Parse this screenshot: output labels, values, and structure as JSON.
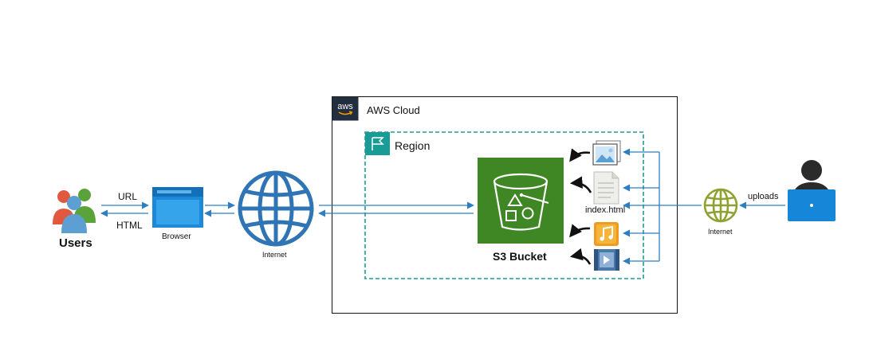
{
  "users": {
    "label": "Users"
  },
  "links": {
    "request_label": "URL",
    "response_label": "HTML",
    "upload_label": "uploads"
  },
  "browser": {
    "label": "Browser"
  },
  "internet_main": {
    "label": "Internet"
  },
  "internet_right": {
    "label": "Internet"
  },
  "aws_cloud": {
    "label": "AWS Cloud",
    "logo_text": "aws"
  },
  "region": {
    "label": "Region"
  },
  "s3": {
    "label": "S3 Bucket"
  },
  "files": {
    "index_label": "index.html"
  },
  "colors": {
    "arrow": "#2e7fc0",
    "globe": "#2f74b5",
    "s3_green": "#3f8624",
    "region_teal": "#1a9c96",
    "aws_dark": "#232f3e",
    "browser_blue": "#1c8ad9",
    "laptop_blue": "#1686d8",
    "music_orange": "#f19a20",
    "video_blue": "#4a78a8",
    "internet_right_green": "#8fa231"
  }
}
